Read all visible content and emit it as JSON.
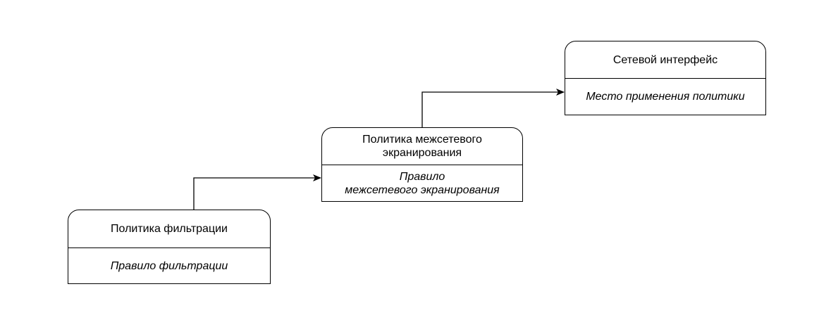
{
  "nodes": {
    "filter": {
      "title": "Политика фильтрации",
      "body": "Правило фильтрации"
    },
    "firewall": {
      "title_line1": "Политика межсетевого",
      "title_line2": "экранирования",
      "body_line1": "Правило",
      "body_line2": "межсетевого экранирования"
    },
    "interface": {
      "title": "Сетевой интерфейс",
      "body": "Место применения политики"
    }
  },
  "edges": [
    {
      "from": "filter",
      "to": "firewall"
    },
    {
      "from": "firewall",
      "to": "interface"
    }
  ]
}
